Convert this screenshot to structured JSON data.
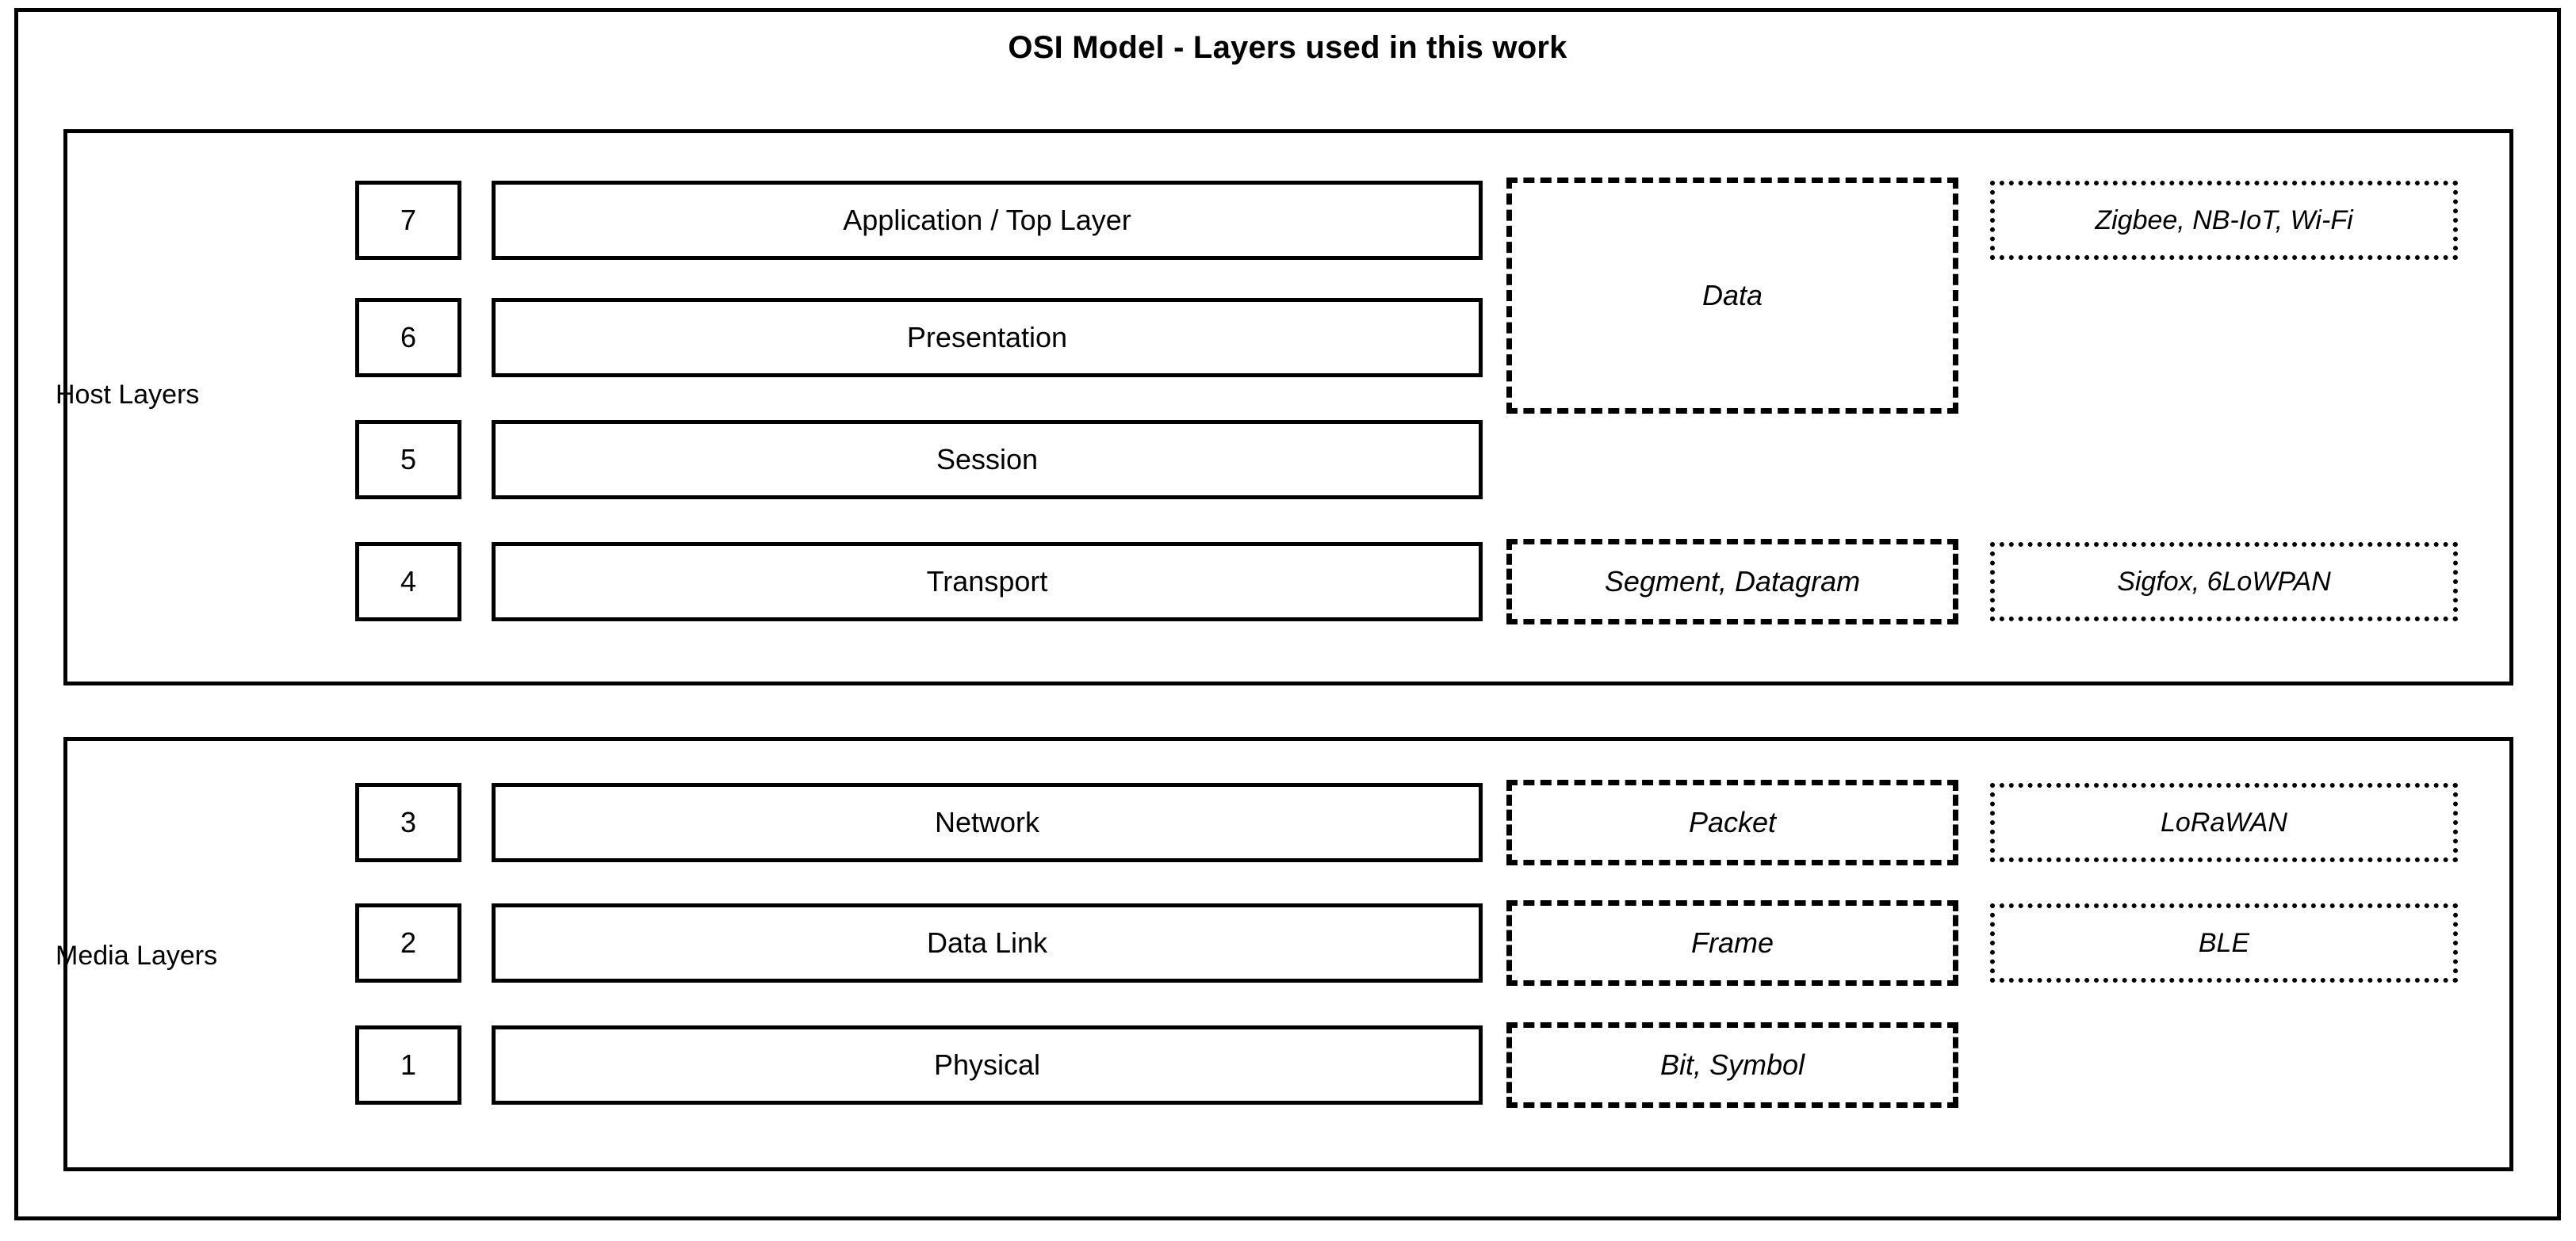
{
  "title": "OSI Model - Layers used in this work",
  "groups": [
    {
      "id": "host",
      "label": "Host Layers"
    },
    {
      "id": "media",
      "label": "Media Layers"
    }
  ],
  "layers": [
    {
      "number": "7",
      "name": "Application / Top Layer",
      "pdu": "Data",
      "tech": "Zigbee, NB-IoT, Wi-Fi"
    },
    {
      "number": "6",
      "name": "Presentation",
      "pdu": "",
      "tech": ""
    },
    {
      "number": "5",
      "name": "Session",
      "pdu": "",
      "tech": ""
    },
    {
      "number": "4",
      "name": "Transport",
      "pdu": "Segment, Datagram",
      "tech": "Sigfox, 6LoWPAN"
    },
    {
      "number": "3",
      "name": "Network",
      "pdu": "Packet",
      "tech": "LoRaWAN"
    },
    {
      "number": "2",
      "name": "Data Link",
      "pdu": "Frame",
      "tech": "BLE"
    },
    {
      "number": "1",
      "name": "Physical",
      "pdu": "Bit, Symbol",
      "tech": ""
    }
  ],
  "merged_pdu": {
    "data_label": "Data",
    "spans_layers": [
      "7",
      "6",
      "5"
    ]
  },
  "colors": {
    "line": "#000000",
    "background": "#ffffff",
    "text": "#000000"
  }
}
